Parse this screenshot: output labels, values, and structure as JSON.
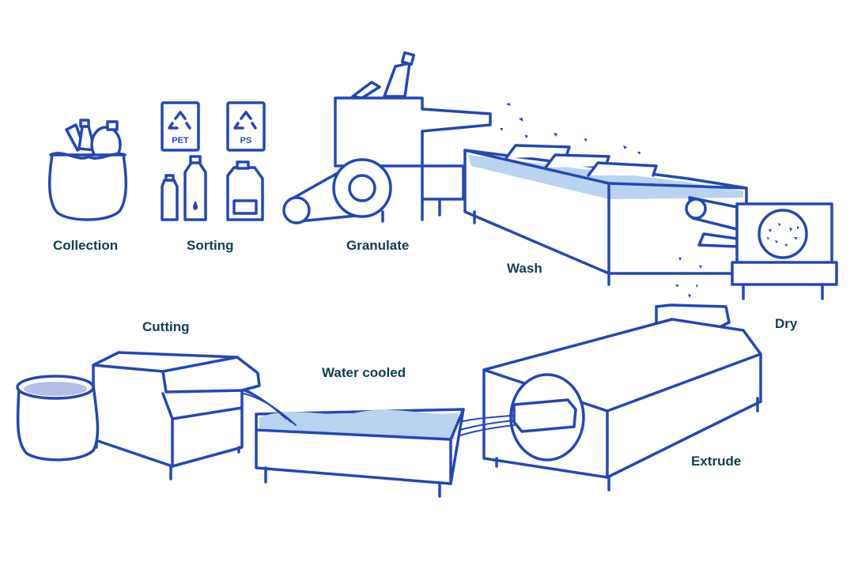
{
  "steps": {
    "collection": "Collection",
    "sorting": "Sorting",
    "granulate": "Granulate",
    "wash": "Wash",
    "dry": "Dry",
    "extrude": "Extrude",
    "water_cooled": "Water cooled",
    "cutting": "Cutting"
  },
  "sorting_tags": {
    "pet": "PET",
    "ps": "PS"
  },
  "colors": {
    "line": "#2347b8",
    "water": "#b9d3f0",
    "label_text": "#0f3f4f"
  }
}
